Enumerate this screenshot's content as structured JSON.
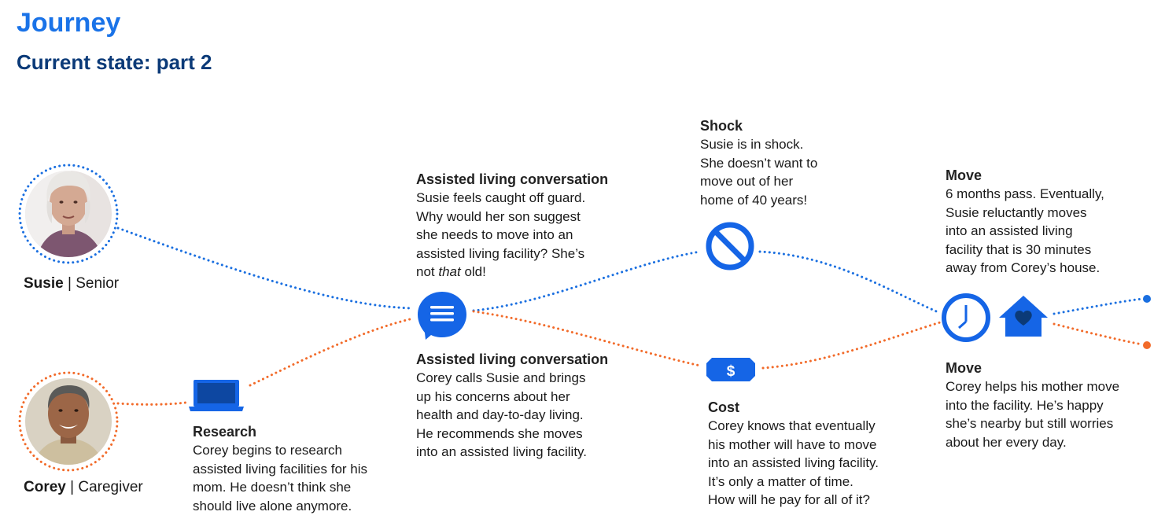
{
  "title": "Journey",
  "subtitle": "Current state: part 2",
  "colors": {
    "senior_line": "#1a6fe0",
    "caregiver_line": "#f26b2a",
    "icon_blue": "#1565e6",
    "title_blue": "#1a73e8",
    "subtitle_navy": "#0b3a78"
  },
  "personas": {
    "senior": {
      "name": "Susie",
      "role": "Senior"
    },
    "caregiver": {
      "name": "Corey",
      "role": "Caregiver"
    }
  },
  "steps": {
    "research": {
      "heading": "Research",
      "body": "Corey begins to research\nassisted living facilities for his\nmom. He doesn’t think she\nshould live alone anymore.",
      "icon": "laptop-icon"
    },
    "conversation_senior": {
      "heading": "Assisted living conversation",
      "body_before": "Susie feels caught off guard.\nWhy would her son suggest\nshe needs to move into an\nassisted living facility? She’s\nnot ",
      "body_emphasis": "that",
      "body_after": " old!"
    },
    "conversation_icon": "chat-bubble-icon",
    "conversation_caregiver": {
      "heading": "Assisted living conversation",
      "body": "Corey calls Susie and brings\nup his concerns about her\nhealth and day-to-day living.\nHe recommends she moves\ninto an assisted living facility."
    },
    "shock": {
      "heading": "Shock",
      "body": "Susie is in shock.\nShe doesn’t want to\nmove out of her\nhome of 40 years!",
      "icon": "prohibited-icon"
    },
    "cost": {
      "heading": "Cost",
      "body": "Corey knows that eventually\nhis mother will have to move\ninto an assisted living facility.\nIt’s only a matter of time.\nHow will he pay for all of it?",
      "icon": "dollar-bill-icon",
      "icon_symbol": "$"
    },
    "move_senior": {
      "heading": "Move",
      "body": "6 months pass. Eventually,\nSusie reluctantly moves\ninto an assisted living\nfacility that is 30 minutes\naway from Corey’s house."
    },
    "move_icons": [
      "clock-icon",
      "house-heart-icon"
    ],
    "move_caregiver": {
      "heading": "Move",
      "body": "Corey helps his mother move\ninto the facility. He’s happy\nshe’s nearby but still worries\nabout her every day."
    }
  }
}
